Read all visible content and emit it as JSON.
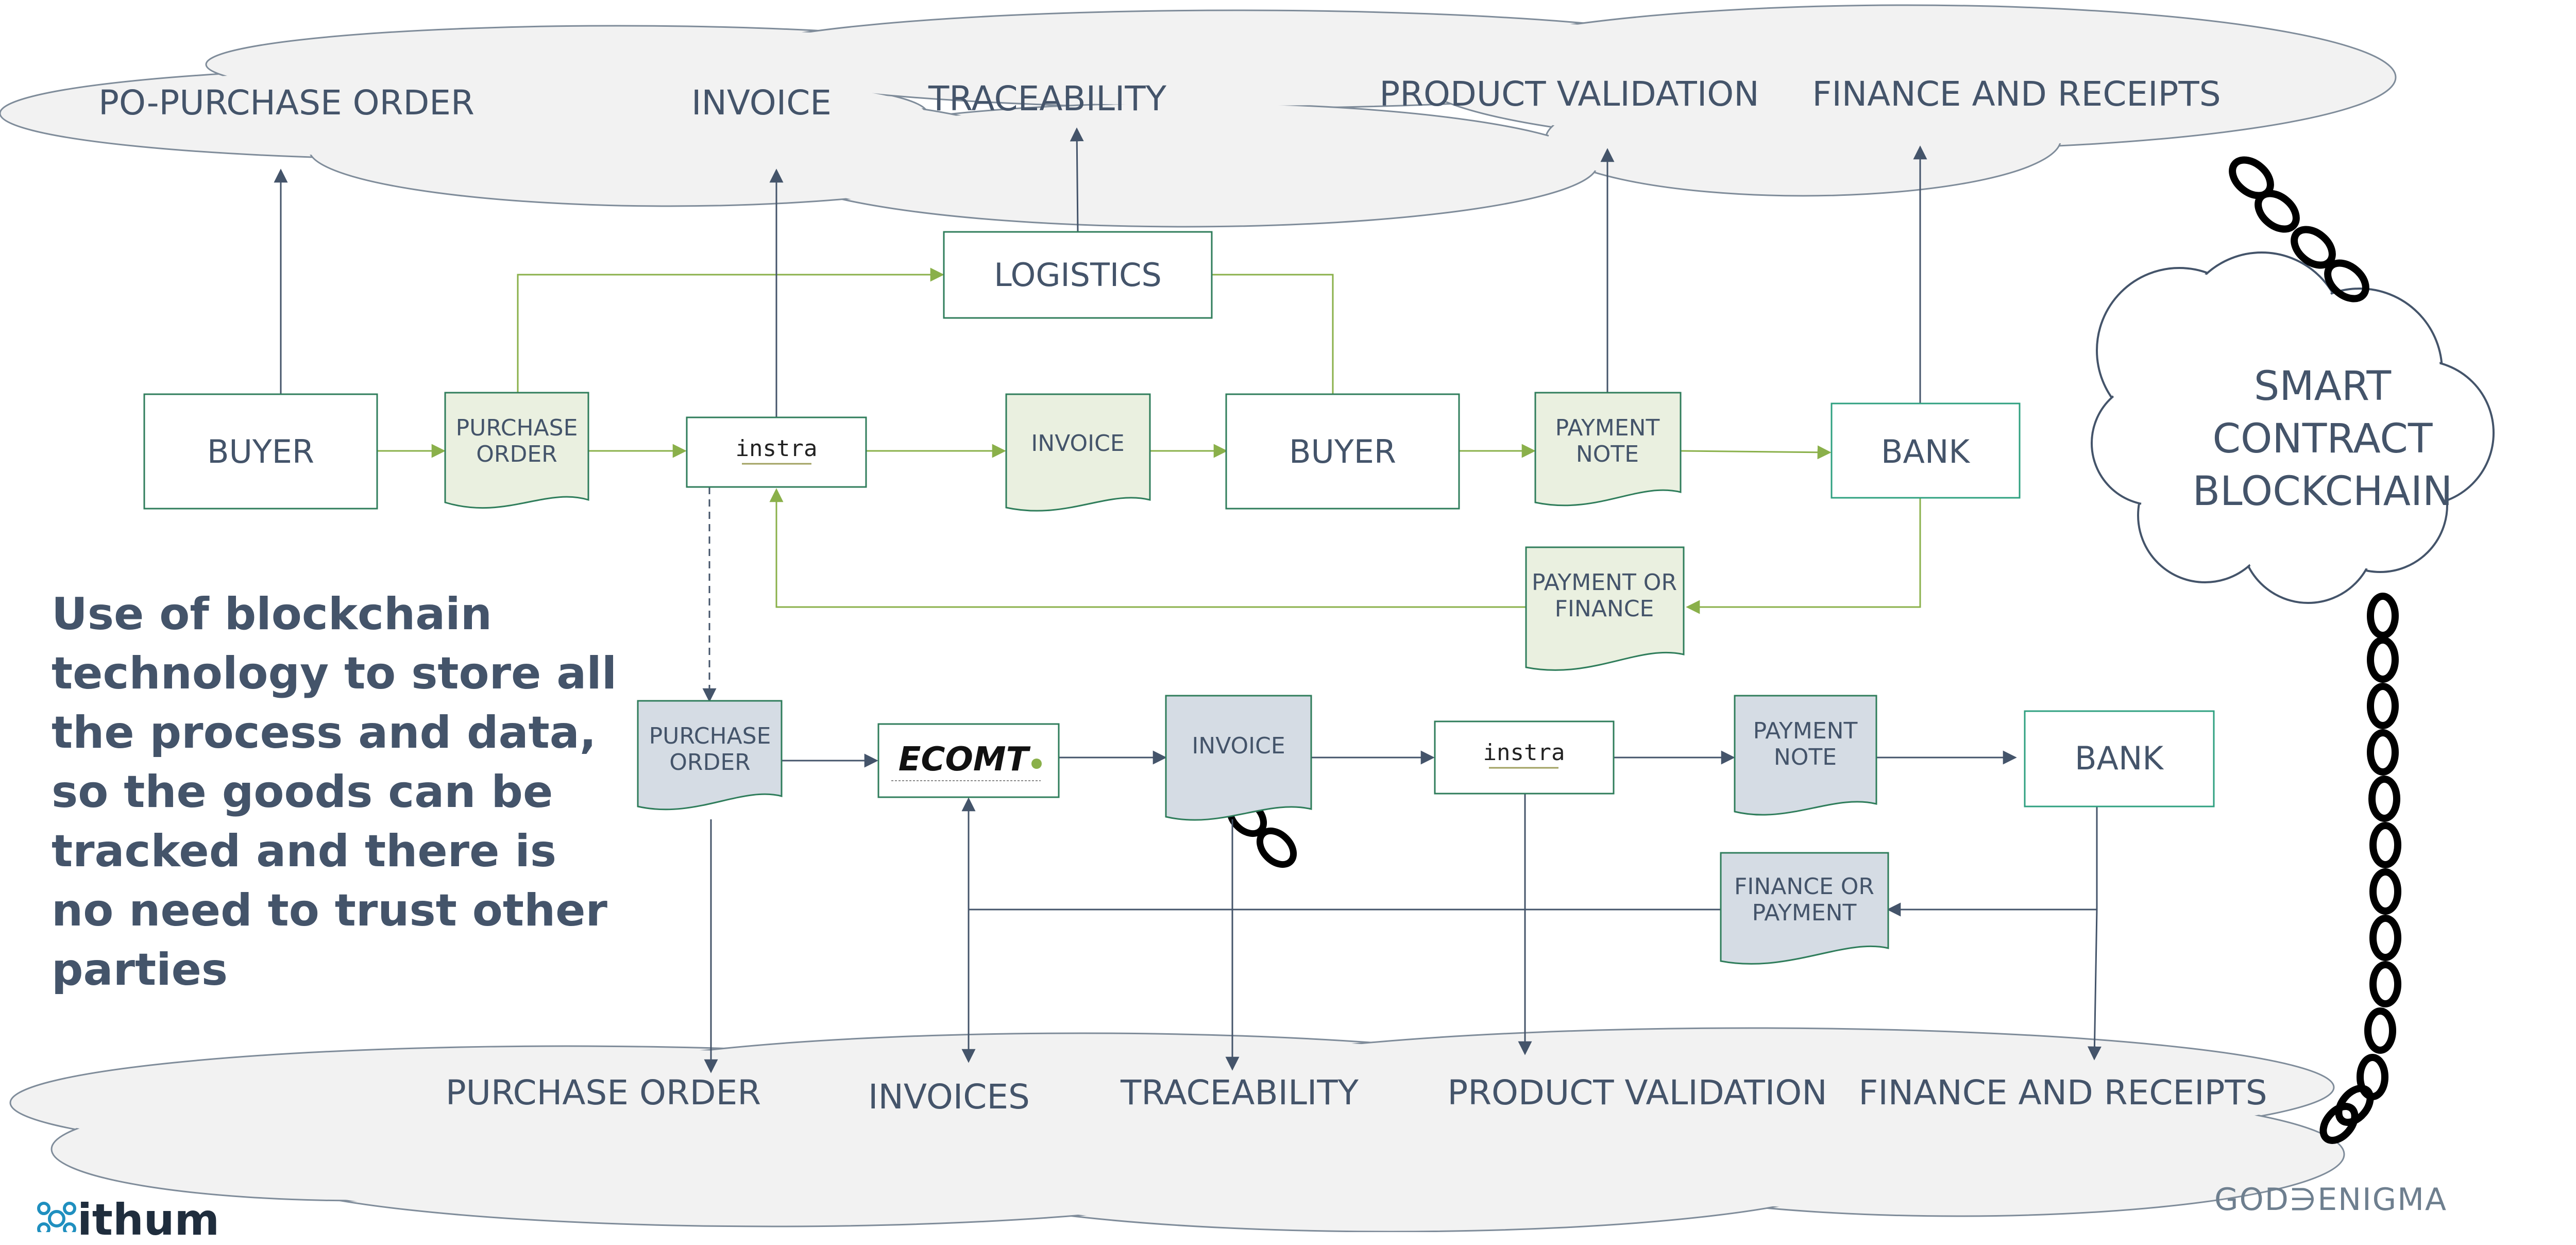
{
  "top_cloud": {
    "labels": [
      "PO-PURCHASE ORDER",
      "INVOICE",
      "TRACEABILITY",
      "PRODUCT VALIDATION",
      "FINANCE AND RECEIPTS"
    ]
  },
  "bottom_cloud": {
    "labels": [
      "PURCHASE ORDER",
      "INVOICES",
      "TRACEABILITY",
      "PRODUCT VALIDATION",
      "FINANCE AND RECEIPTS"
    ]
  },
  "smart_contract": [
    "SMART",
    "CONTRACT",
    "BLOCKCHAIN"
  ],
  "top_flow": {
    "buyer": "BUYER",
    "purchase_order": [
      "PURCHASE",
      "ORDER"
    ],
    "instra_logo": "instra",
    "logistics": "LOGISTICS",
    "invoice": "INVOICE",
    "buyer2": "BUYER",
    "payment_note": [
      "PAYMENT",
      "NOTE"
    ],
    "bank": "BANK",
    "payment_or_finance": [
      "PAYMENT OR",
      "FINANCE"
    ]
  },
  "bottom_flow": {
    "purchase_order": [
      "PURCHASE",
      "ORDER"
    ],
    "ecomt_logo": "ECOMT",
    "invoice": "INVOICE",
    "instra_logo": "instra",
    "payment_note": [
      "PAYMENT",
      "NOTE"
    ],
    "bank": "BANK",
    "finance_or_payment": [
      "FINANCE OR",
      "PAYMENT"
    ]
  },
  "description": [
    "Use of blockchain",
    "technology to store all",
    "the process and data,",
    "so the goods can be",
    "tracked and there is",
    "no need to trust other",
    "parties"
  ],
  "footer": {
    "left_brand": "ithum",
    "right_brand": "GOD∋ENIGMA"
  },
  "colors": {
    "text": "#44546a",
    "green_line": "#8ab04a",
    "green_box_border": "#2f7d5b",
    "doc_green_fill": "#eaf0e0",
    "doc_blue_fill": "#d5dce4",
    "cloud_fill": "#f2f2f2",
    "cloud_stroke": "#7f8c9a",
    "top_bar": "#44546a"
  }
}
